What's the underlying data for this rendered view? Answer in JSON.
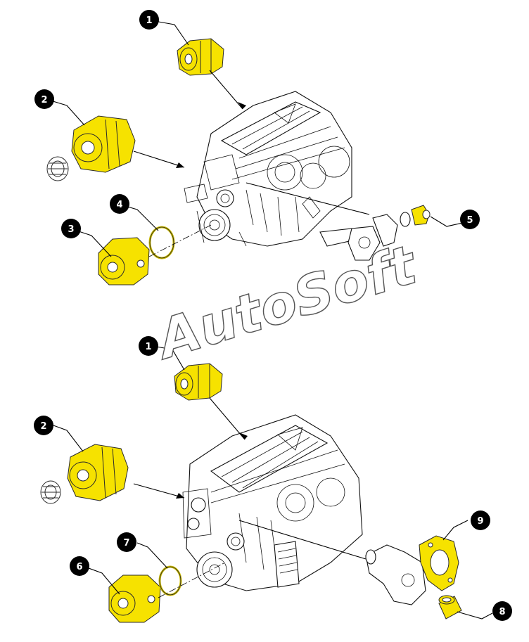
{
  "watermark": "AutoSoft",
  "callouts": {
    "top": [
      "1",
      "2",
      "3",
      "4",
      "5"
    ],
    "bottom": [
      "1",
      "2",
      "6",
      "7",
      "9",
      "8"
    ]
  },
  "colors": {
    "highlight": "#f6e200",
    "line": "#000000",
    "callout_fill": "#000000",
    "callout_text": "#ffffff"
  }
}
